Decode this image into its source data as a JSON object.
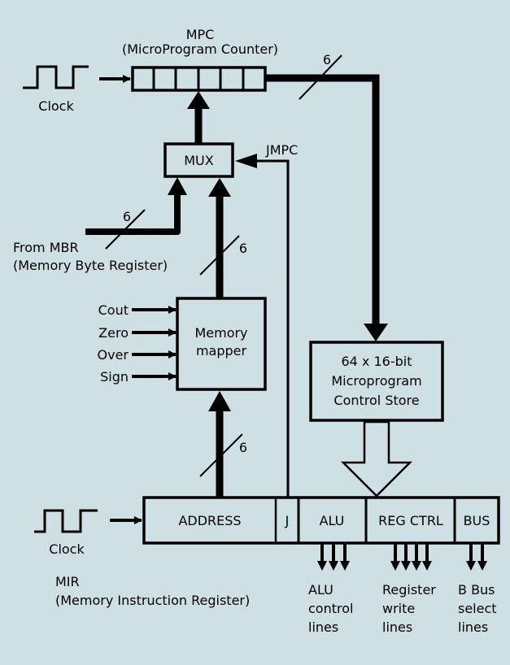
{
  "colors": {
    "background": "#cfe0e4",
    "ink": "#000000",
    "box_fill": "#cfe0e4"
  },
  "mpc": {
    "title": "MPC",
    "subtitle": "(MicroProgram Counter)"
  },
  "clock_top": {
    "label": "Clock"
  },
  "mux": {
    "label": "MUX"
  },
  "jmpc": {
    "label": "JMPC"
  },
  "mbr": {
    "line1": "From MBR",
    "line2": "(Memory Byte Register)"
  },
  "bus_widths": {
    "mpc_out": "6",
    "mbr_in": "6",
    "mapper_out": "6",
    "address_out": "6"
  },
  "memory_mapper": {
    "line1": "Memory",
    "line2": "mapper",
    "inputs": [
      "Cout",
      "Zero",
      "Over",
      "Sign"
    ]
  },
  "control_store": {
    "line1": "64 x 16-bit",
    "line2": "Microprogram",
    "line3": "Control Store"
  },
  "clock_bottom": {
    "label": "Clock"
  },
  "mir": {
    "title": "MIR",
    "subtitle": "(Memory Instruction Register)",
    "fields": {
      "address": "ADDRESS",
      "j": "J",
      "alu": "ALU",
      "reg": "REG CTRL",
      "bus": "BUS"
    }
  },
  "outputs": {
    "alu": [
      "ALU",
      "control",
      "lines"
    ],
    "reg": [
      "Register",
      "write",
      "lines"
    ],
    "bus": [
      "B Bus",
      "select",
      "lines"
    ]
  }
}
